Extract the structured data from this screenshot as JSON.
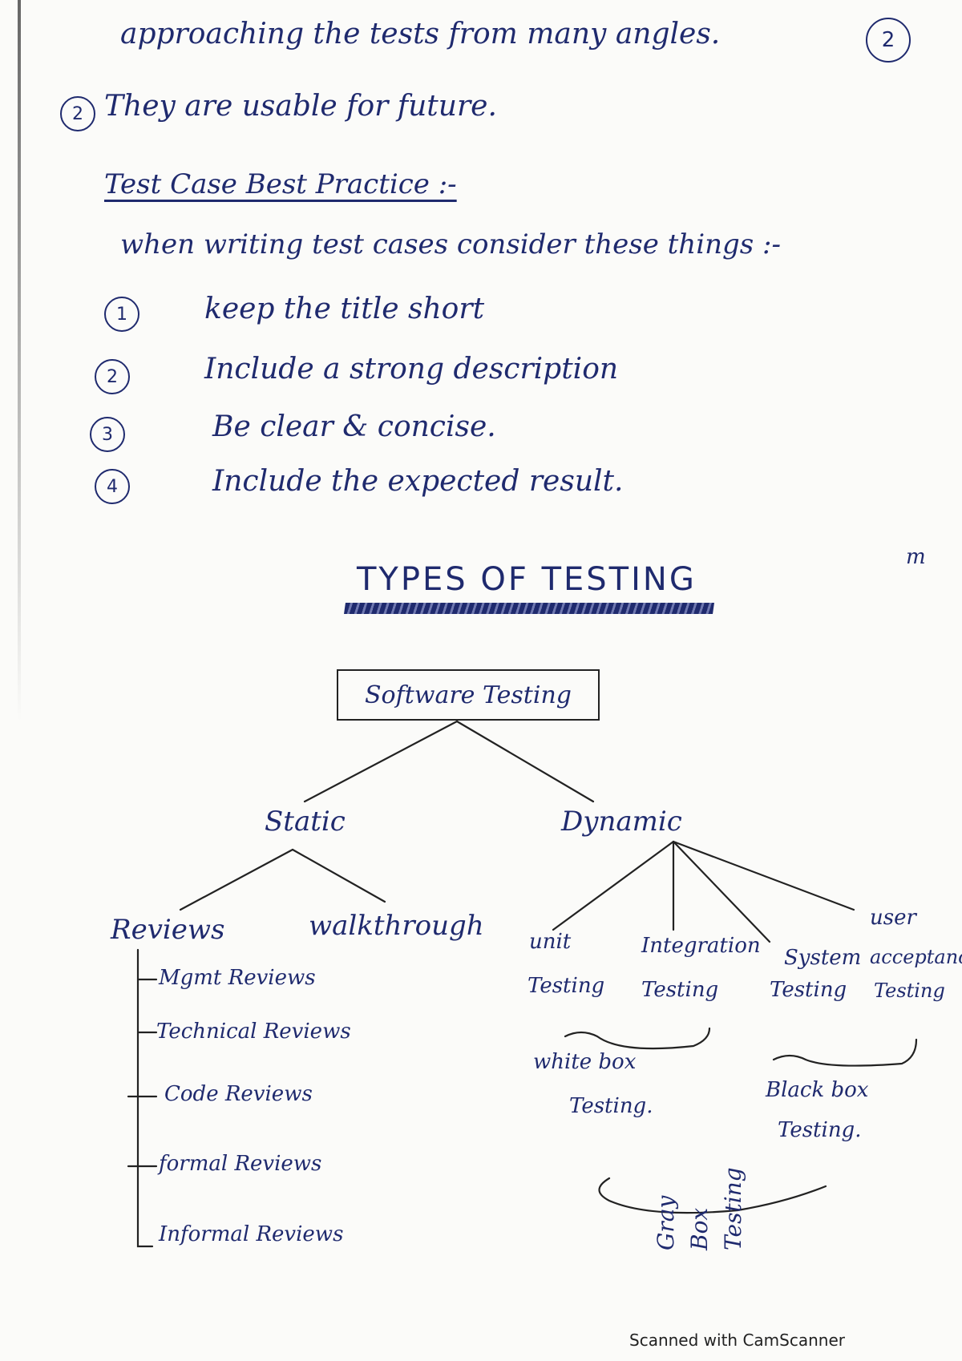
{
  "notes": {
    "line1": "approaching the tests from many angles.",
    "line1_marker": "2",
    "line2_num": "2",
    "line2": "They are usable for future.",
    "heading": "Test Case Best Practice :-",
    "intro": "when writing test cases consider these things :-",
    "practices": [
      {
        "num": "1",
        "text": "keep the title short"
      },
      {
        "num": "2",
        "text": "Include a strong description"
      },
      {
        "num": "3",
        "text": "Be clear & concise."
      },
      {
        "num": "4",
        "text": "Include the expected result."
      }
    ],
    "margin_mark": "m"
  },
  "diagram": {
    "title": "TYPES OF TESTING",
    "root": "Software Testing",
    "static": {
      "label": "Static",
      "children": [
        "Reviews",
        "walkthrough"
      ],
      "reviews": [
        "Mgmt Reviews",
        "Technical Reviews",
        "Code Reviews",
        "formal Reviews",
        "Informal Reviews"
      ]
    },
    "dynamic": {
      "label": "Dynamic",
      "unit": [
        "unit",
        "Testing"
      ],
      "integration": [
        "Integration",
        "Testing"
      ],
      "system": [
        "System",
        "Testing"
      ],
      "uat": [
        "user",
        "acceptance",
        "Testing"
      ],
      "white_box": [
        "white box",
        "Testing."
      ],
      "black_box": [
        "Black box",
        "Testing."
      ],
      "gray_box": [
        "Gray",
        "Box",
        "Testing"
      ]
    }
  },
  "footer": "Scanned with CamScanner"
}
